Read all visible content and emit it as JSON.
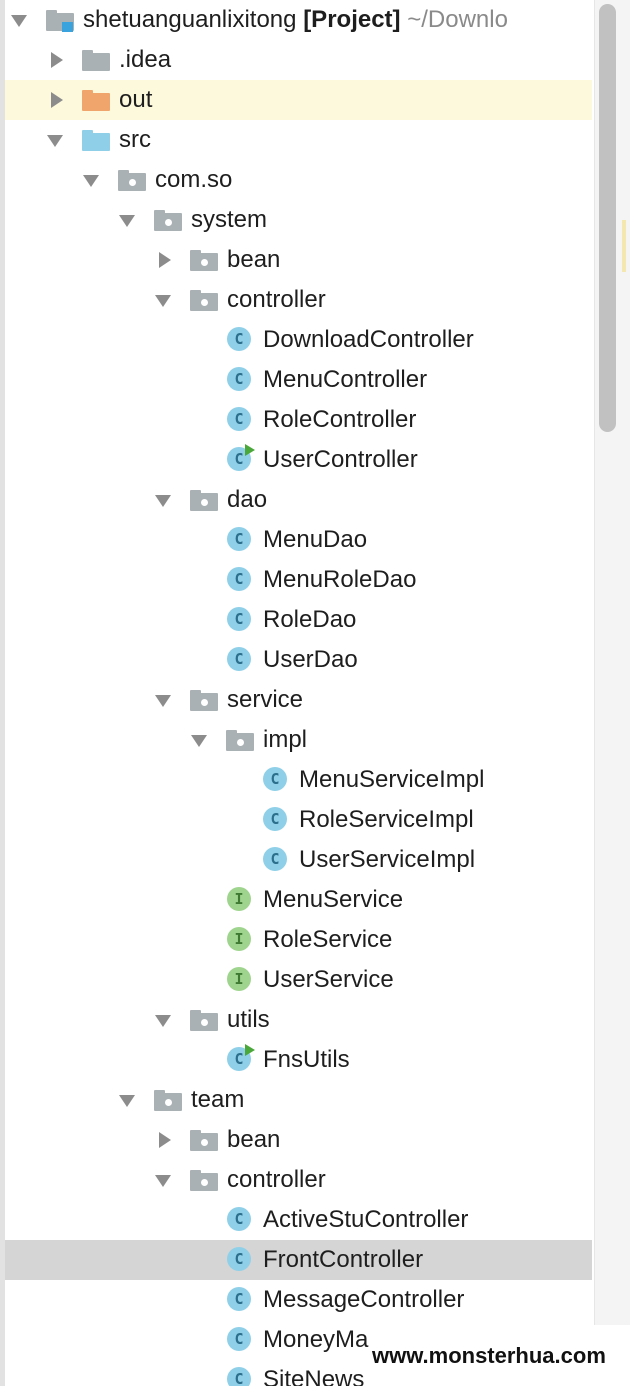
{
  "project_tree": {
    "root": {
      "name": "shetuanguanlixitong",
      "suffix": "[Project]",
      "path": "~/Downlo"
    },
    "items": [
      {
        "label": "shetuanguanlixitong"
      },
      {
        "label": ".idea"
      },
      {
        "label": "out"
      },
      {
        "label": "src"
      },
      {
        "label": "com.so"
      },
      {
        "label": "system"
      },
      {
        "label": "bean"
      },
      {
        "label": "controller"
      },
      {
        "label": "DownloadController"
      },
      {
        "label": "MenuController"
      },
      {
        "label": "RoleController"
      },
      {
        "label": "UserController"
      },
      {
        "label": "dao"
      },
      {
        "label": "MenuDao"
      },
      {
        "label": "MenuRoleDao"
      },
      {
        "label": "RoleDao"
      },
      {
        "label": "UserDao"
      },
      {
        "label": "service"
      },
      {
        "label": "impl"
      },
      {
        "label": "MenuServiceImpl"
      },
      {
        "label": "RoleServiceImpl"
      },
      {
        "label": "UserServiceImpl"
      },
      {
        "label": "MenuService"
      },
      {
        "label": "RoleService"
      },
      {
        "label": "UserService"
      },
      {
        "label": "utils"
      },
      {
        "label": "FnsUtils"
      },
      {
        "label": "team"
      },
      {
        "label": "bean"
      },
      {
        "label": "controller"
      },
      {
        "label": "ActiveStuController"
      },
      {
        "label": "FrontController"
      },
      {
        "label": "MessageController"
      },
      {
        "label": "MoneyMa"
      },
      {
        "label": "SiteNews"
      }
    ],
    "icon_letters": {
      "class": "C",
      "interface": "I"
    }
  },
  "watermark": "www.monsterhua.com",
  "colors": {
    "folder_grey": "#a9b1b5",
    "folder_out": "#f0a56c",
    "folder_src": "#8fd0e8",
    "class_icon": "#8fd0e8",
    "interface_icon": "#9fd48e",
    "run_marker": "#4aa83b",
    "selected_row": "#d5d5d5",
    "highlight_row": "#fdf9dd"
  }
}
